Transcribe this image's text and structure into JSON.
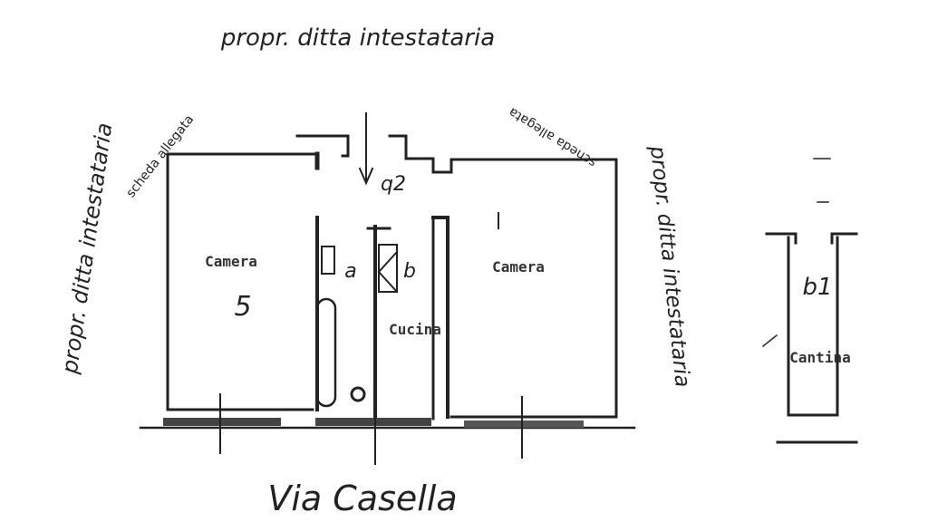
{
  "labels": {
    "top": "propr. ditta intestataria",
    "left_side": "propr. ditta intestataria",
    "left_diag": "scheda allegata",
    "right_diag": "scheda allegata",
    "right_side": "propr. ditta intestataria",
    "street": "Via Casella",
    "height_main": "q2",
    "height_cellar": "b1"
  },
  "rooms": {
    "camera_left": "Camera",
    "camera_right": "Camera",
    "cucina": "Cucina",
    "cantina": "Cantina"
  },
  "marks": {
    "camera_left_num": "5",
    "num_a": "a",
    "num_b": "b"
  },
  "colors": {
    "ink": "#222222",
    "paper": "#ffffff"
  }
}
